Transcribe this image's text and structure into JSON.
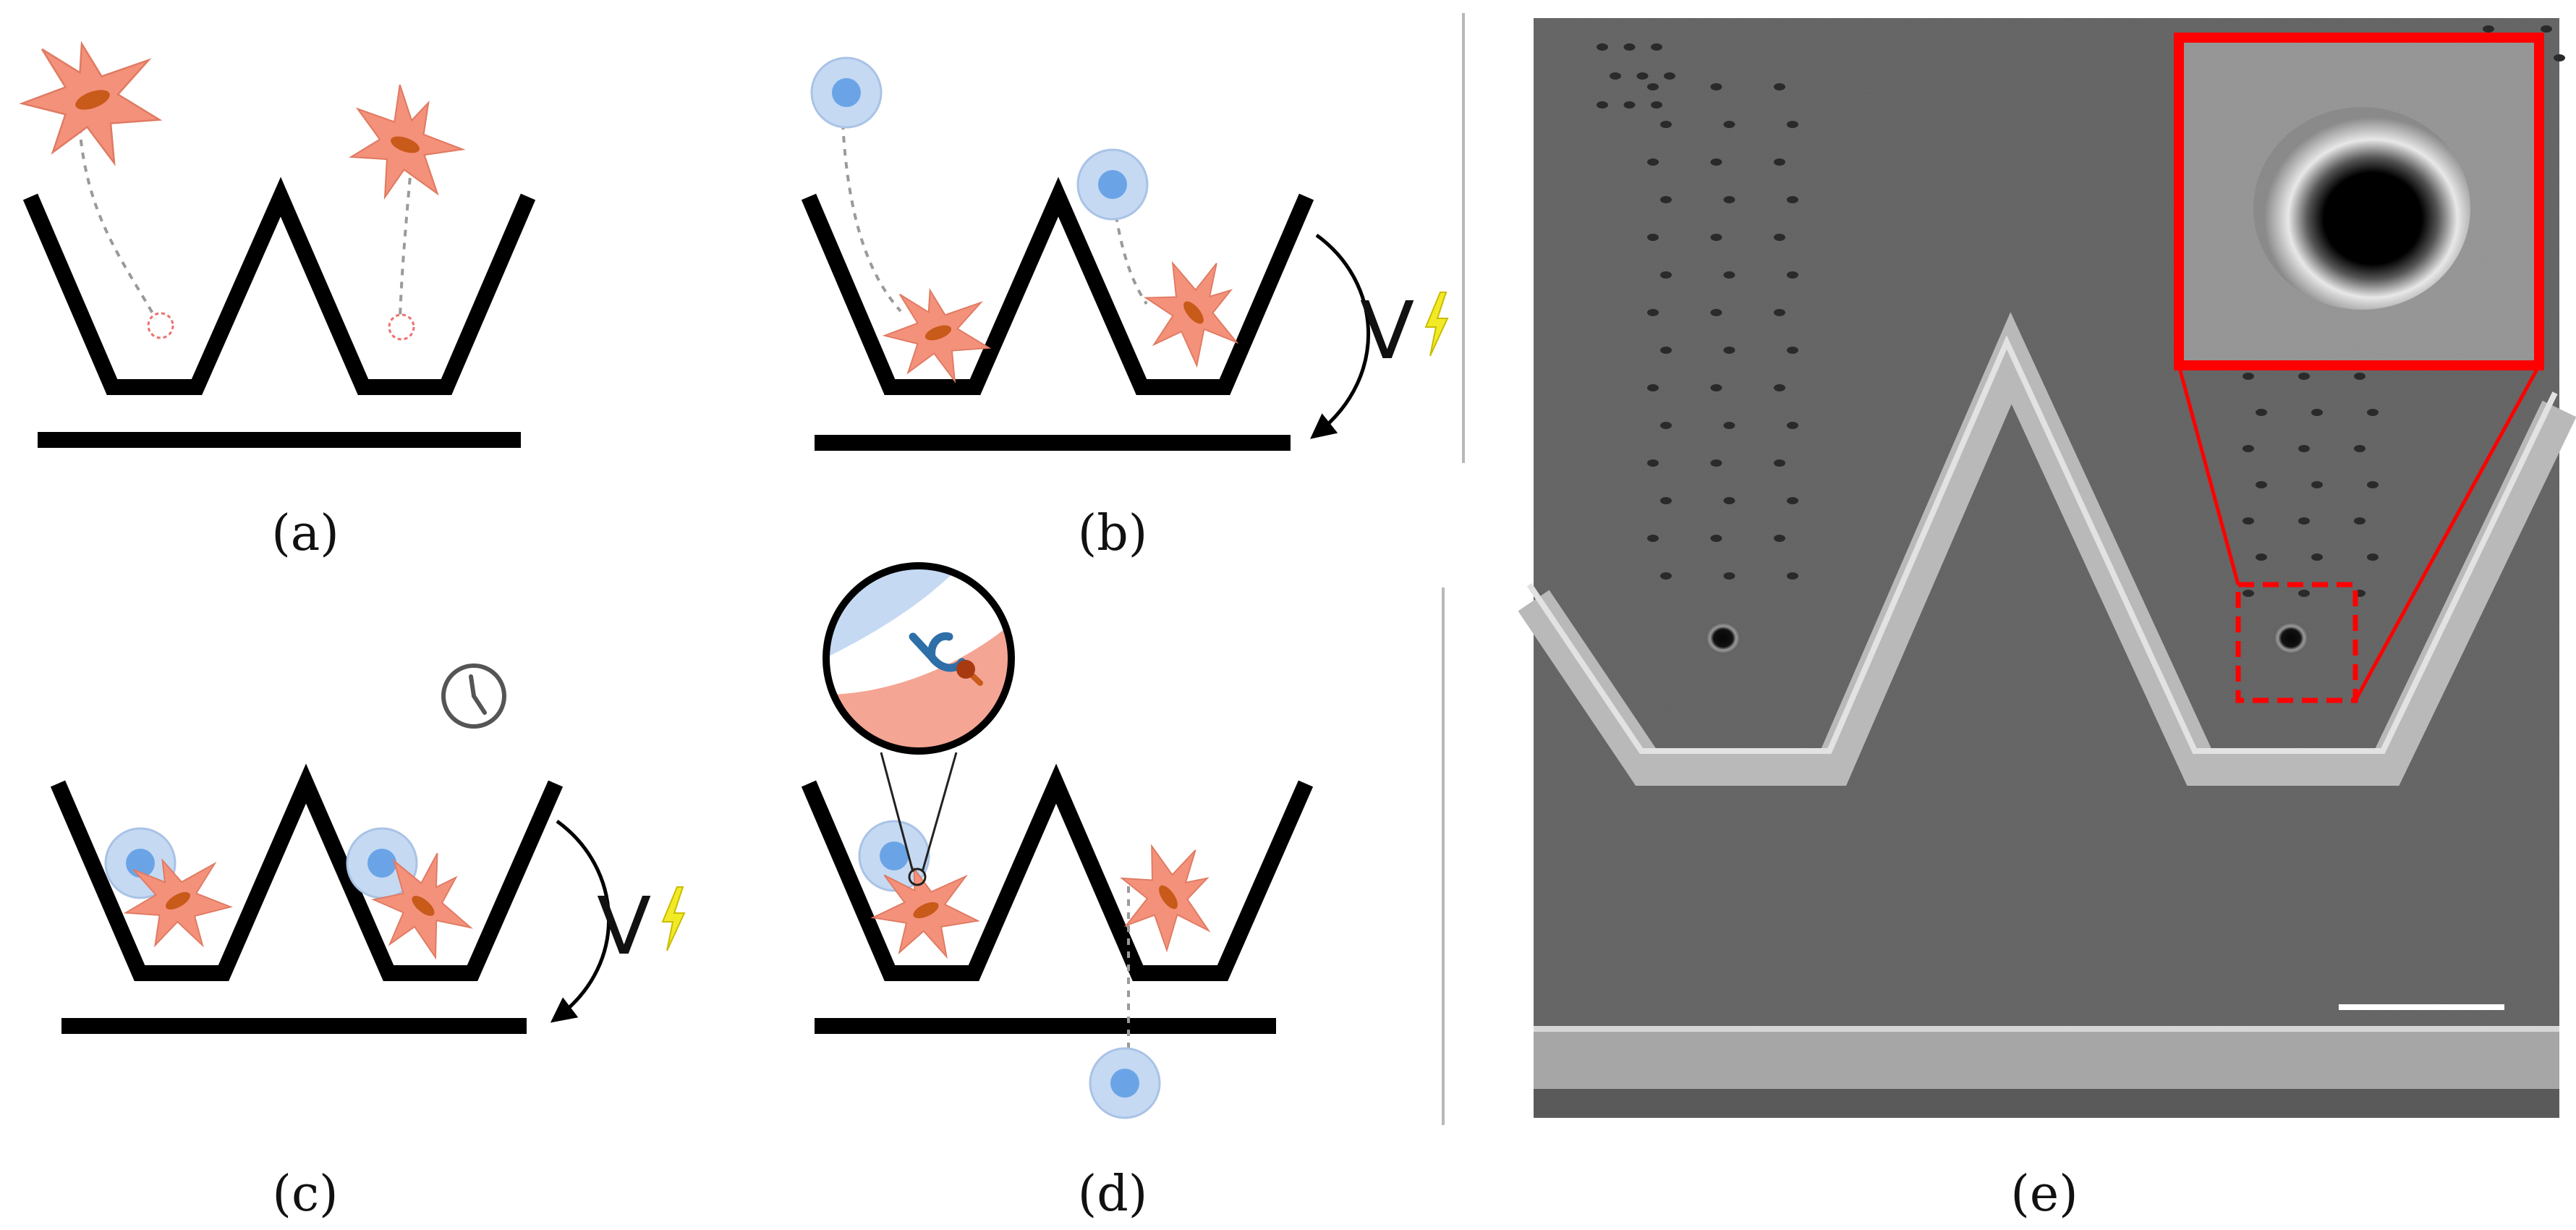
{
  "panels": [
    {
      "id": "a",
      "caption": "(a)"
    },
    {
      "id": "b",
      "caption": "(b)",
      "voltage_label": "V"
    },
    {
      "id": "c",
      "caption": "(c)",
      "voltage_label": "V"
    },
    {
      "id": "d",
      "caption": "(d)"
    },
    {
      "id": "e",
      "caption": "(e)"
    }
  ],
  "icons": [
    "dendritic-cell-icon",
    "t-cell-icon",
    "lightning-bolt-icon",
    "clock-icon",
    "receptor-icon",
    "curved-arrow-icon"
  ],
  "colors": {
    "dendritic_cell": "#f4917b",
    "dendritic_nucleus": "#c85a1a",
    "t_cell_outer": "#c5d9f3",
    "t_cell_inner": "#6aa4e6",
    "lightning": "#f2ea27",
    "sem_highlight": "#ff0000",
    "sem_background": "#6a6a6a"
  }
}
